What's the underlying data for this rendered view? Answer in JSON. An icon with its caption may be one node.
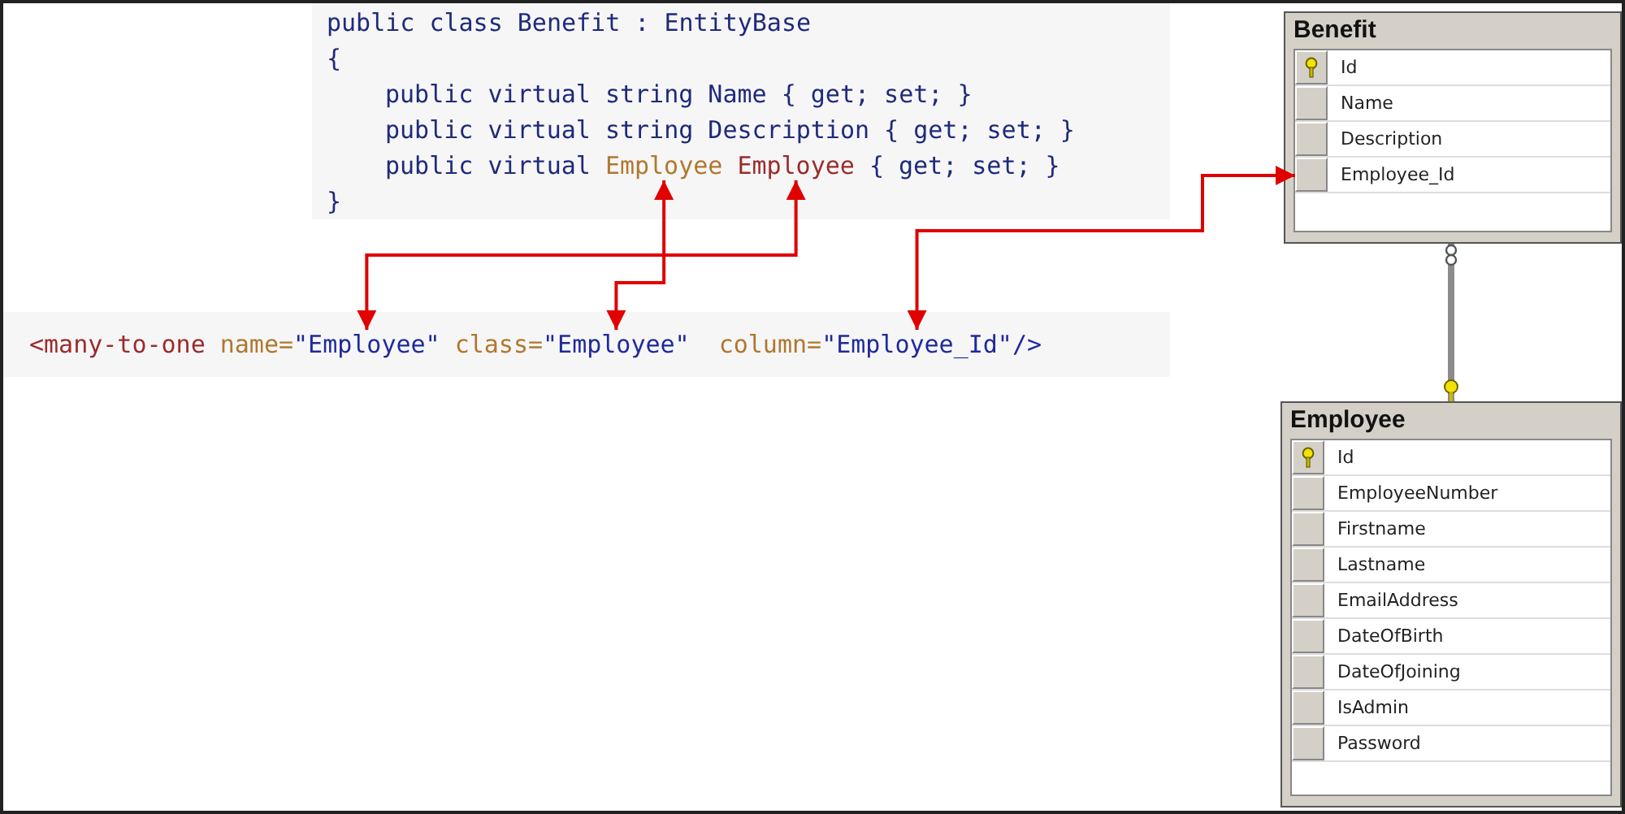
{
  "diagram": {
    "nodes": [
      {
        "text": [
          "public class Benefit : EntityBase",
          "{",
          "public virtual string Name { get; set; }",
          "public virtual string Description { get; set; }",
          "public virtual",
          "{ get; set; }",
          "}"
        ]
      },
      {
        "text": [
          "Employee"
        ],
        "in": 0
      },
      {
        "text": [
          "Employee"
        ],
        "in": 0
      },
      {
        "text": [
          "<many-to-one",
          "name=",
          "class=",
          "column=",
          "/>"
        ]
      },
      {
        "text": [
          "\"Employee\""
        ],
        "in": 3
      },
      {
        "text": [
          "\"Employee\""
        ],
        "in": 3
      },
      {
        "text": [
          "\"Employee_Id\""
        ],
        "in": 3
      },
      {
        "text": [
          "Benefit"
        ]
      },
      {
        "text": [
          "Id"
        ],
        "in": 7
      },
      {
        "text": [
          "Name"
        ],
        "in": 7
      },
      {
        "text": [
          "Description"
        ],
        "in": 7
      },
      {
        "text": [
          "Employee_Id"
        ],
        "in": 7
      },
      {
        "text": [
          "Employee"
        ]
      },
      {
        "text": [
          "Id"
        ],
        "in": 12
      },
      {
        "text": [
          "EmployeeNumber"
        ],
        "in": 12
      },
      {
        "text": [
          "Firstname"
        ],
        "in": 12
      },
      {
        "text": [
          "Lastname"
        ],
        "in": 12
      },
      {
        "text": [
          "EmailAddress"
        ],
        "in": 12
      },
      {
        "text": [
          "DateOfBirth"
        ],
        "in": 12
      },
      {
        "text": [
          "DateOfJoining"
        ],
        "in": 12
      },
      {
        "text": [
          "IsAdmin"
        ],
        "in": 12
      },
      {
        "text": [
          "Password"
        ],
        "in": 12
      }
    ],
    "edges": [
      {
        "from": 2,
        "to": 4,
        "arrow": "both"
      },
      {
        "from": 1,
        "to": 5,
        "arrow": "both"
      },
      {
        "from": 6,
        "to": 11,
        "arrow": "both"
      },
      {
        "from": 7,
        "to": 12,
        "arrow": "other",
        "style": "thick",
        "color": "#8c8c8c"
      }
    ]
  }
}
